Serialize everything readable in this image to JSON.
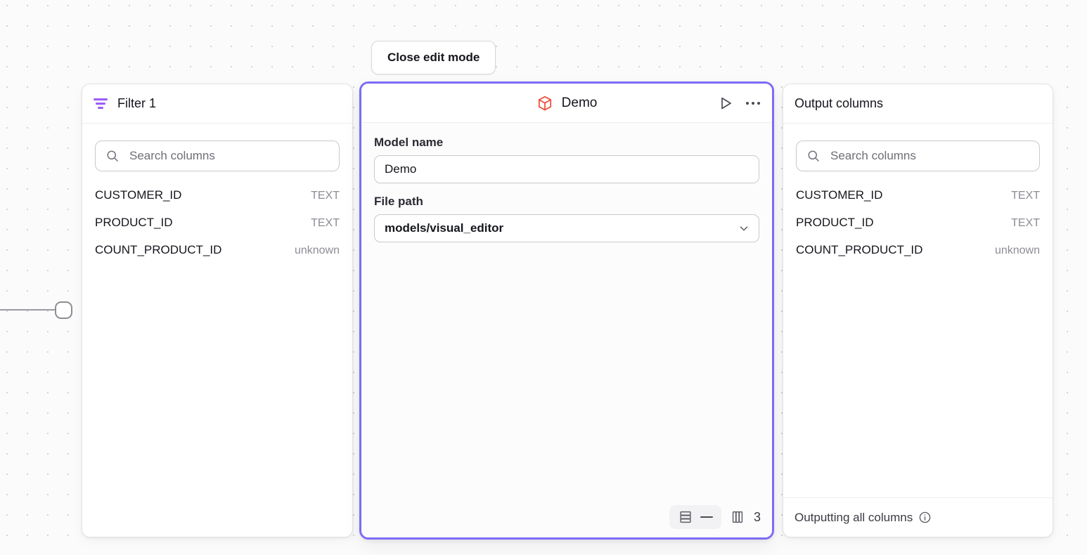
{
  "toolbar": {
    "close_edit_mode_label": "Close edit mode"
  },
  "filter_node": {
    "title": "Filter 1",
    "icon": "filter-icon",
    "search": {
      "placeholder": "Search columns",
      "value": "",
      "icon": "search-icon"
    },
    "columns": [
      {
        "name": "CUSTOMER_ID",
        "type": "TEXT"
      },
      {
        "name": "PRODUCT_ID",
        "type": "TEXT"
      },
      {
        "name": "COUNT_PRODUCT_ID",
        "type": "unknown"
      }
    ]
  },
  "demo_node": {
    "title": "Demo",
    "icon": "cube-icon",
    "selected": true,
    "accent_color": "#7c6cf5",
    "cube_color": "#ef4a35",
    "actions": {
      "run_label": "run-icon",
      "more_label": "more-options-icon"
    },
    "fields": {
      "model_name_label": "Model name",
      "model_name_value": "Demo",
      "file_path_label": "File path",
      "file_path_value": "models/visual_editor"
    },
    "footer": {
      "rows_icon": "rows-icon",
      "rows_value": "—",
      "columns_icon": "columns-icon",
      "columns_count": "3"
    }
  },
  "output_node": {
    "title": "Output columns",
    "search": {
      "placeholder": "Search columns",
      "value": "",
      "icon": "search-icon"
    },
    "columns": [
      {
        "name": "CUSTOMER_ID",
        "type": "TEXT"
      },
      {
        "name": "PRODUCT_ID",
        "type": "TEXT"
      },
      {
        "name": "COUNT_PRODUCT_ID",
        "type": "unknown"
      }
    ],
    "footer_text": "Outputting all columns",
    "footer_icon": "info-icon"
  }
}
